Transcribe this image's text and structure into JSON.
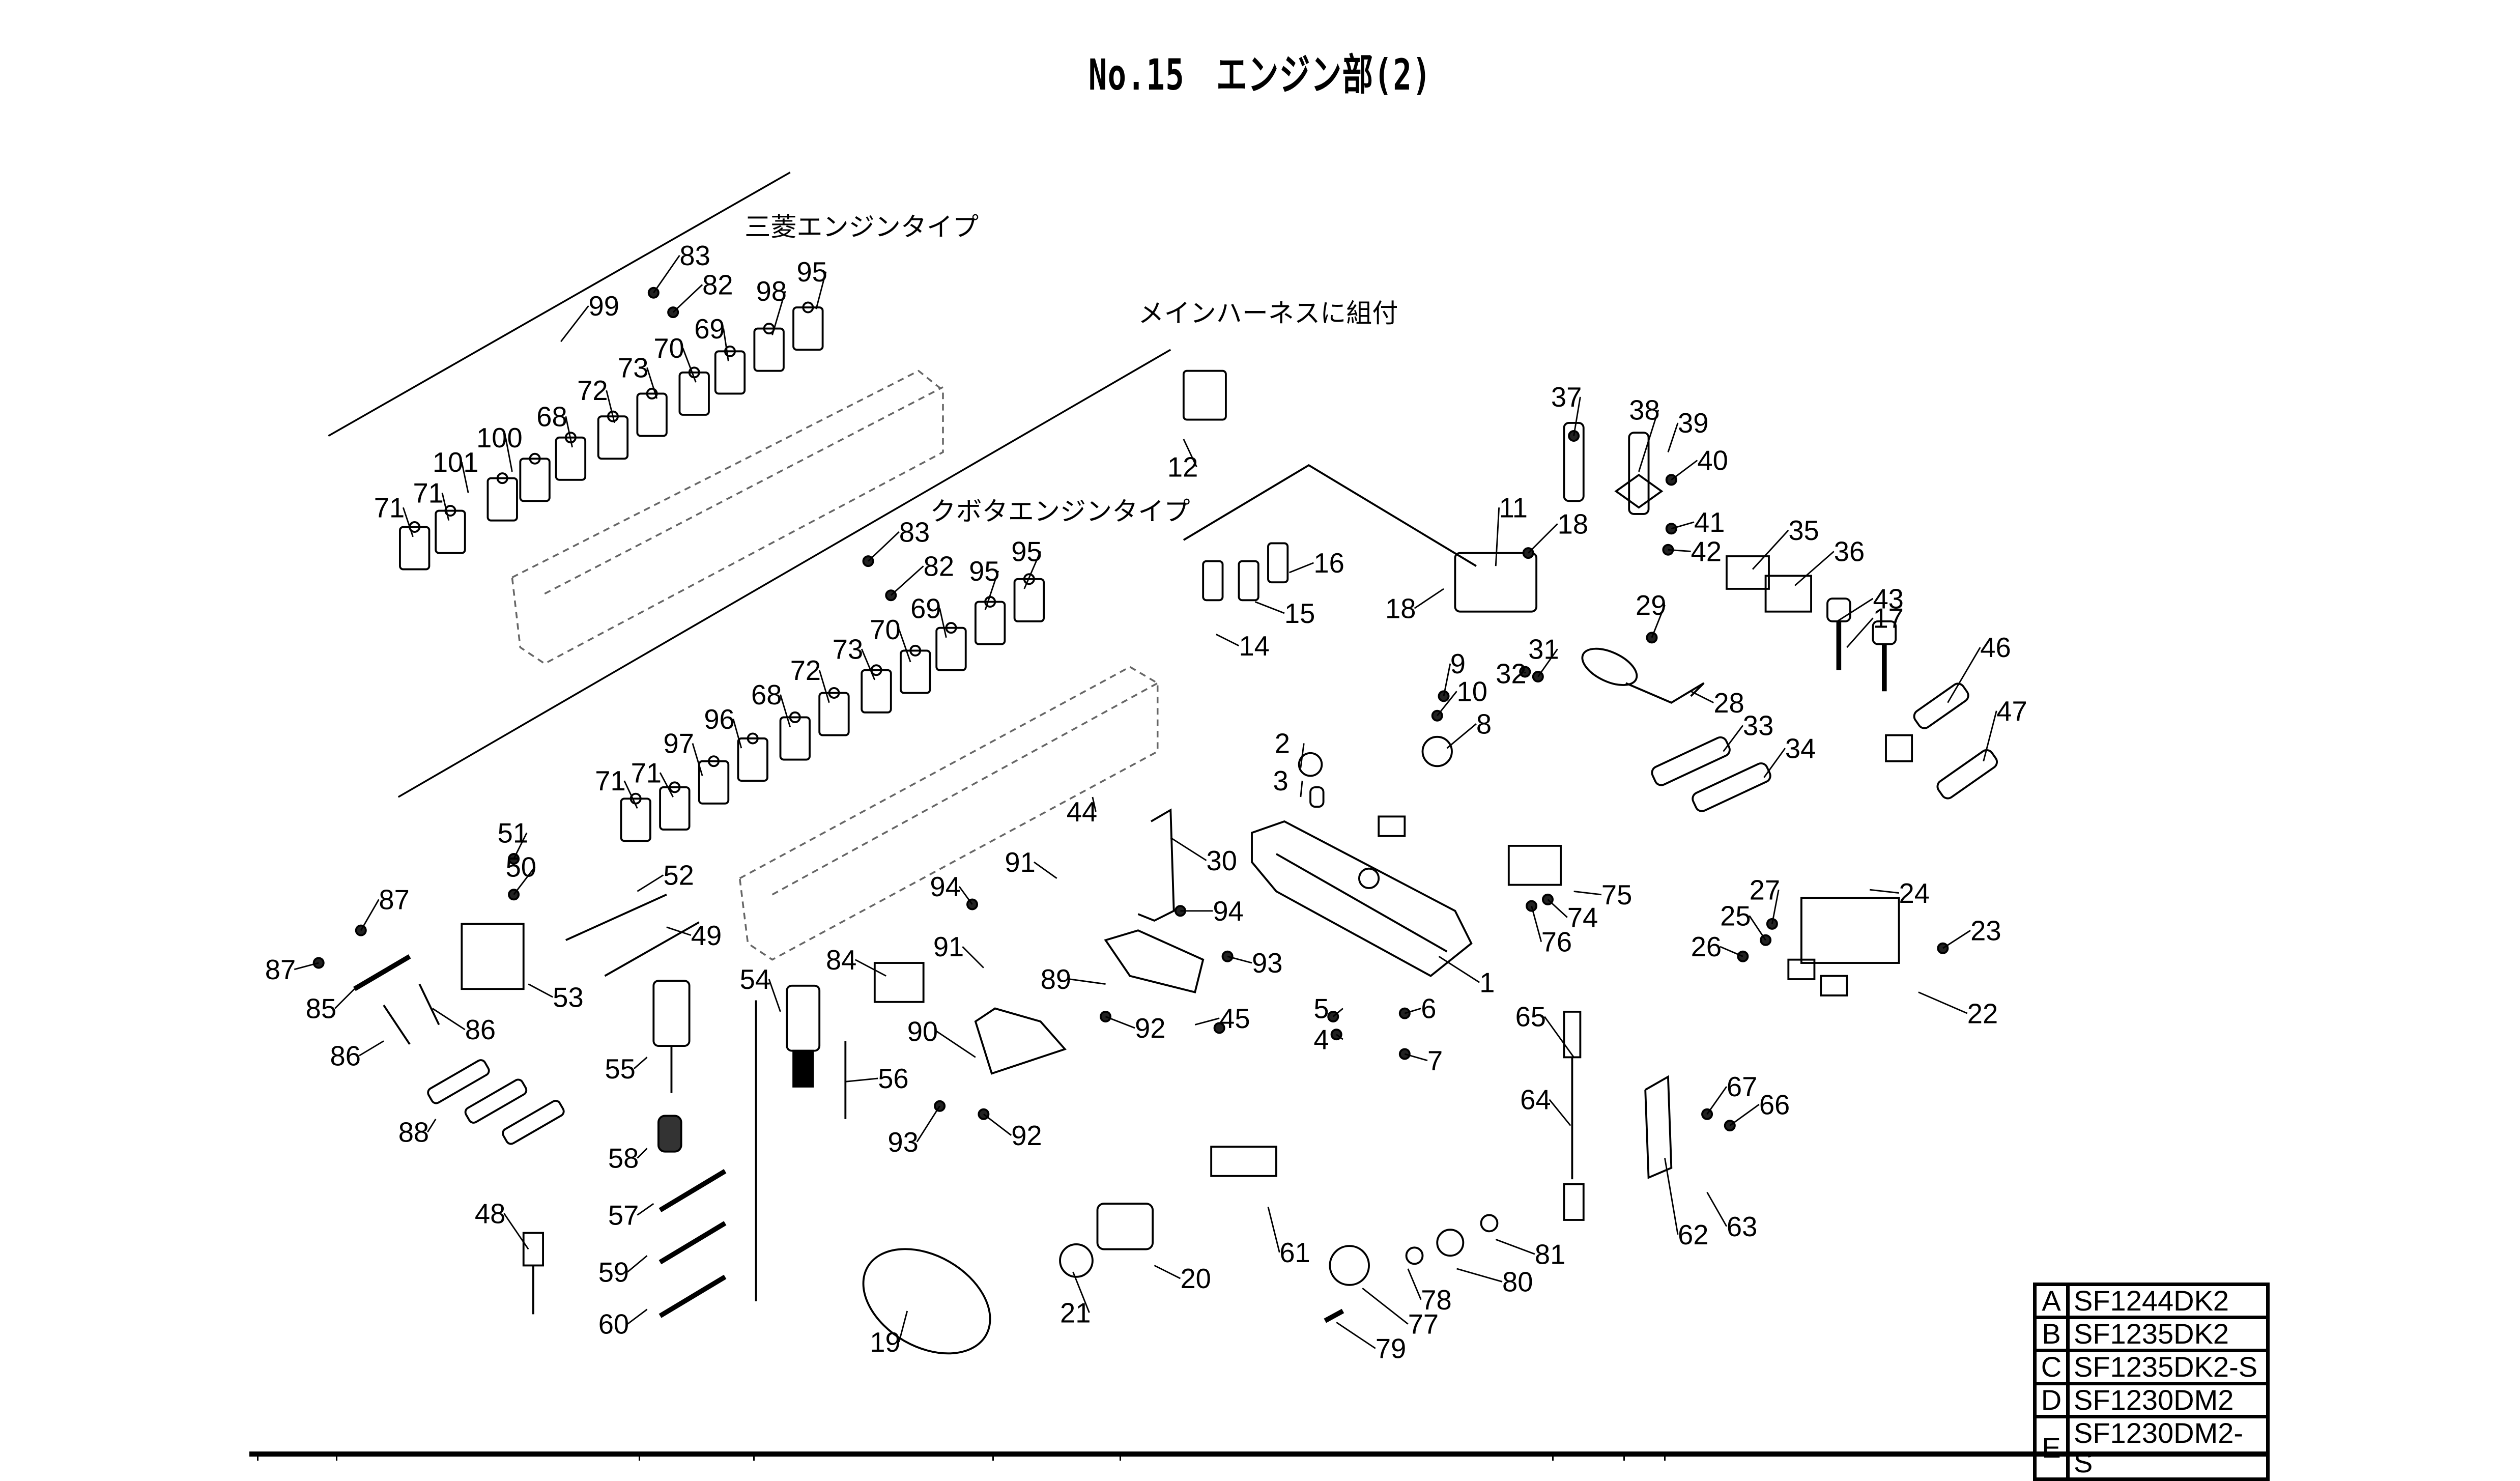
{
  "page": {
    "title": "No.15　エンジン部(2)"
  },
  "notes": {
    "mitsubishi": "三菱エンジンタイプ",
    "kubota": "クボタエンジンタイプ",
    "harness": "メインハーネスに組付"
  },
  "callouts": [
    "83",
    "82",
    "95",
    "98",
    "99",
    "69",
    "70",
    "73",
    "72",
    "68",
    "100",
    "101",
    "71",
    "71",
    "83",
    "82",
    "95",
    "95",
    "69",
    "70",
    "73",
    "72",
    "68",
    "96",
    "97",
    "71",
    "71",
    "12",
    "16",
    "15",
    "14",
    "11",
    "18",
    "18",
    "37",
    "38",
    "39",
    "40",
    "41",
    "42",
    "35",
    "36",
    "43",
    "17",
    "46",
    "47",
    "29",
    "31",
    "32",
    "28",
    "33",
    "34",
    "9",
    "10",
    "8",
    "2",
    "3",
    "44",
    "30",
    "1",
    "91",
    "94",
    "94",
    "91",
    "93",
    "89",
    "84",
    "90",
    "92",
    "45",
    "5",
    "6",
    "4",
    "7",
    "93",
    "92",
    "56",
    "51",
    "50",
    "52",
    "49",
    "53",
    "87",
    "87",
    "85",
    "86",
    "86",
    "88",
    "54",
    "55",
    "58",
    "57",
    "59",
    "60",
    "48",
    "27",
    "25",
    "26",
    "24",
    "23",
    "22",
    "74",
    "75",
    "76",
    "65",
    "67",
    "66",
    "64",
    "62",
    "63",
    "61",
    "19",
    "20",
    "21",
    "77",
    "78",
    "79",
    "80",
    "81"
  ],
  "model_table": {
    "rows": [
      {
        "code": "A",
        "model": "SF1244DK2"
      },
      {
        "code": "B",
        "model": "SF1235DK2"
      },
      {
        "code": "C",
        "model": "SF1235DK2-S"
      },
      {
        "code": "D",
        "model": "SF1230DM2"
      },
      {
        "code": "E",
        "model": "SF1230DM2-S"
      }
    ]
  }
}
